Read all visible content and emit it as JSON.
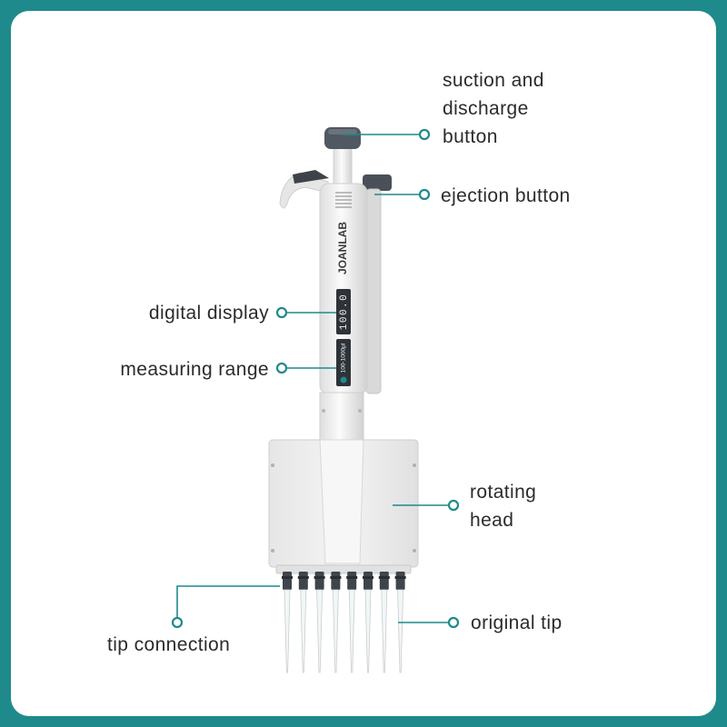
{
  "colors": {
    "frame": "#1f8a8c",
    "card": "#ffffff",
    "accent": "#1f8a8c",
    "text": "#2b2b2b",
    "body": "#f2f2f2",
    "dark_part": "#4a5058"
  },
  "pipette": {
    "brand": "JOANLAB",
    "display_value": "100.0",
    "range_text": "100-1000μl"
  },
  "labels": {
    "suction_button": "suction and\ndischarge\nbutton",
    "ejection_button": "ejection button",
    "digital_display": "digital display",
    "measuring_range": "measuring range",
    "rotating_head": "rotating\nhead",
    "tip_connection": "tip connection",
    "original_tip": "original tip"
  }
}
